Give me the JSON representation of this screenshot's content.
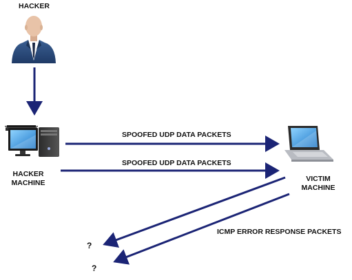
{
  "hacker": {
    "label": "HACKER"
  },
  "hacker_machine": {
    "line1": "HACKER",
    "line2": "MACHINE"
  },
  "victim_machine": {
    "line1": "VICTIM",
    "line2": "MACHINE"
  },
  "arrows": {
    "spoofed_1": "SPOOFED UDP DATA PACKETS",
    "spoofed_2": "SPOOFED UDP DATA PACKETS",
    "icmp": "ICMP ERROR RESPONSE PACKETS"
  },
  "unknown_1": "?",
  "unknown_2": "?",
  "colors": {
    "arrow": "#1b2475",
    "suit": "#2b4a7a",
    "skin": "#e8c3a8"
  }
}
